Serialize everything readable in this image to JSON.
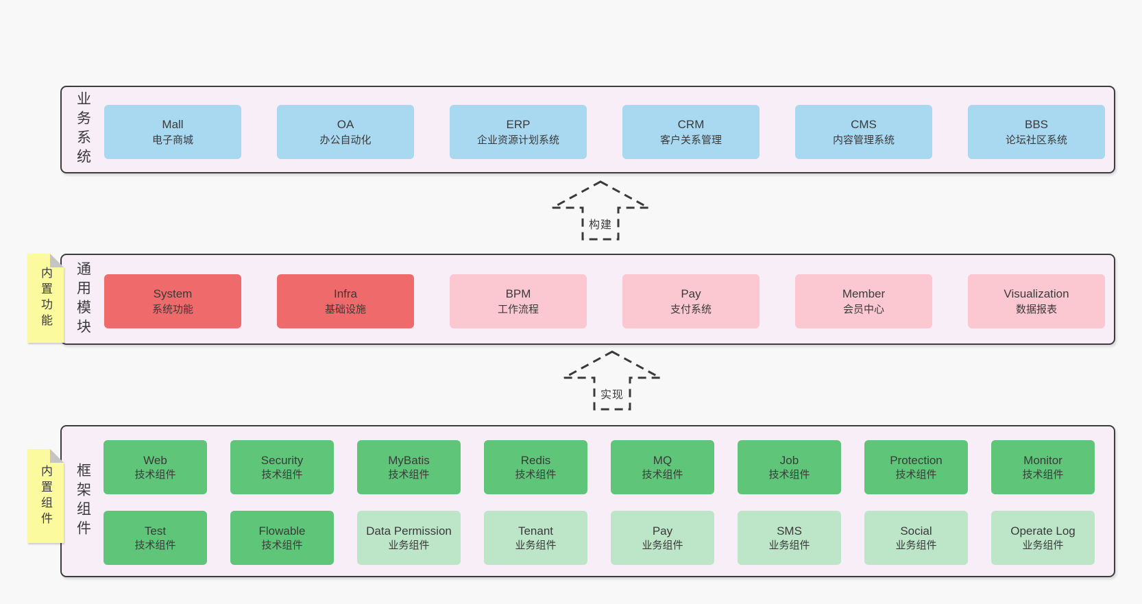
{
  "colors": {
    "page_bg": "#f8f8f8",
    "panel_bg": "#f8eef8",
    "panel_border": "#3c3c3c",
    "blue": "#a9d8f1",
    "red": "#ef6a6a",
    "pink": "#fbc8d2",
    "green": "#5fc579",
    "green_light": "#bde6c8",
    "note_yellow": "#fbfa9e",
    "note_fold": "#c5c5c5",
    "text": "#3a3a3a"
  },
  "sections": {
    "business": {
      "side_label": "业务系统",
      "boxes": [
        {
          "title": "Mall",
          "subtitle": "电子商城"
        },
        {
          "title": "OA",
          "subtitle": "办公自动化"
        },
        {
          "title": "ERP",
          "subtitle": "企业资源计划系统"
        },
        {
          "title": "CRM",
          "subtitle": "客户关系管理"
        },
        {
          "title": "CMS",
          "subtitle": "内容管理系统"
        },
        {
          "title": "BBS",
          "subtitle": "论坛社区系统"
        }
      ]
    },
    "modules": {
      "side_label": "通用模块",
      "note": "内置功能",
      "boxes": [
        {
          "title": "System",
          "subtitle": "系统功能"
        },
        {
          "title": "Infra",
          "subtitle": "基础设施"
        },
        {
          "title": "BPM",
          "subtitle": "工作流程"
        },
        {
          "title": "Pay",
          "subtitle": "支付系统"
        },
        {
          "title": "Member",
          "subtitle": "会员中心"
        },
        {
          "title": "Visualization",
          "subtitle": "数据报表"
        }
      ]
    },
    "components": {
      "side_label": "框架组件",
      "note": "内置组件",
      "rows": [
        [
          {
            "title": "Web",
            "subtitle": "技术组件"
          },
          {
            "title": "Security",
            "subtitle": "技术组件"
          },
          {
            "title": "MyBatis",
            "subtitle": "技术组件"
          },
          {
            "title": "Redis",
            "subtitle": "技术组件"
          },
          {
            "title": "MQ",
            "subtitle": "技术组件"
          },
          {
            "title": "Job",
            "subtitle": "技术组件"
          },
          {
            "title": "Protection",
            "subtitle": "技术组件"
          },
          {
            "title": "Monitor",
            "subtitle": "技术组件"
          }
        ],
        [
          {
            "title": "Test",
            "subtitle": "技术组件"
          },
          {
            "title": "Flowable",
            "subtitle": "技术组件"
          },
          {
            "title": "Data Permission",
            "subtitle": "业务组件"
          },
          {
            "title": "Tenant",
            "subtitle": "业务组件"
          },
          {
            "title": "Pay",
            "subtitle": "业务组件"
          },
          {
            "title": "SMS",
            "subtitle": "业务组件"
          },
          {
            "title": "Social",
            "subtitle": "业务组件"
          },
          {
            "title": "Operate Log",
            "subtitle": "业务组件"
          }
        ]
      ]
    }
  },
  "arrows": [
    {
      "label": "构建"
    },
    {
      "label": "实现"
    }
  ]
}
